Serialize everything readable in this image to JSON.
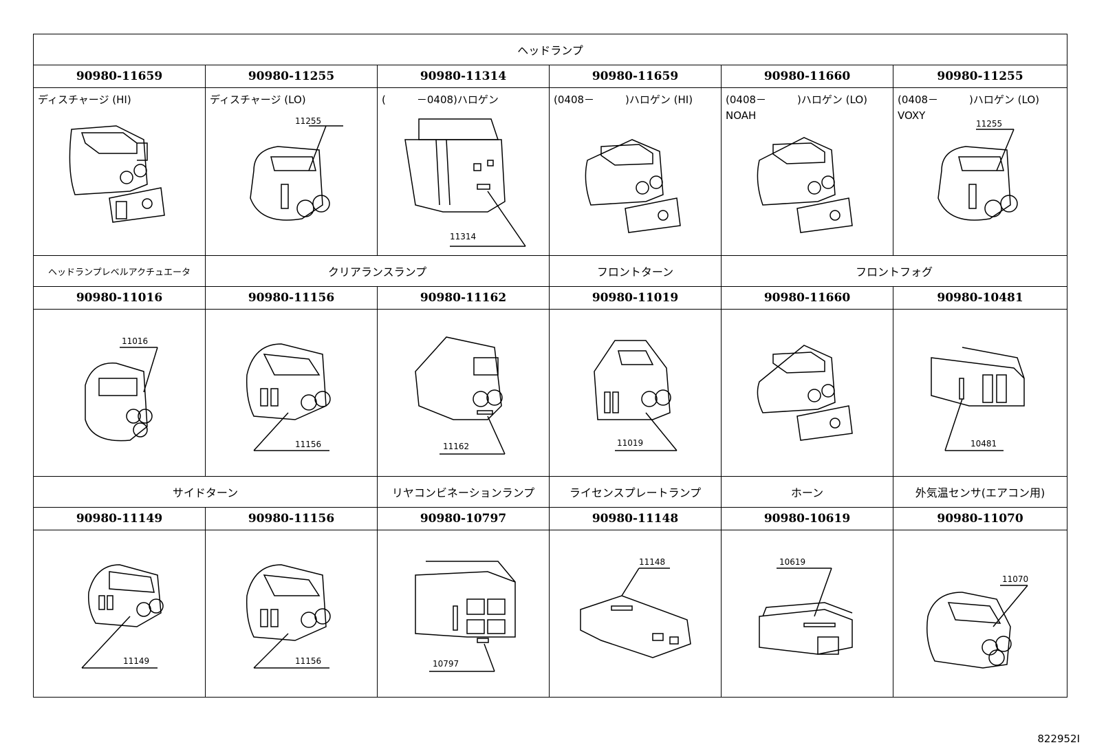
{
  "sections_row1": {
    "title": "ヘッドランプ"
  },
  "row1": [
    {
      "part": "90980-11659",
      "desc": "ディスチャージ (HI)",
      "callout": ""
    },
    {
      "part": "90980-11255",
      "desc": "ディスチャージ (LO)",
      "callout": "11255"
    },
    {
      "part": "90980-11314",
      "desc": "(　　　－0408)ハロゲン",
      "callout": "11314"
    },
    {
      "part": "90980-11659",
      "desc": "(0408－　　　)ハロゲン (HI)",
      "callout": ""
    },
    {
      "part": "90980-11660",
      "desc": "(0408－　　　)ハロゲン (LO)\nNOAH",
      "callout": ""
    },
    {
      "part": "90980-11255",
      "desc": "(0408－　　　)ハロゲン (LO)\nVOXY",
      "callout": "11255"
    }
  ],
  "sections_row2": [
    "ヘッドランプレベルアクチュエータ",
    "クリアランスランプ",
    "フロントターン",
    "フロントフォグ"
  ],
  "row2": [
    {
      "part": "90980-11016",
      "callout": "11016"
    },
    {
      "part": "90980-11156",
      "callout": "11156"
    },
    {
      "part": "90980-11162",
      "callout": "11162"
    },
    {
      "part": "90980-11019",
      "callout": "11019"
    },
    {
      "part": "90980-11660",
      "callout": ""
    },
    {
      "part": "90980-10481",
      "callout": "10481"
    }
  ],
  "sections_row3": [
    "サイドターン",
    "リヤコンビネーションランプ",
    "ライセンスプレートランプ",
    "ホーン",
    "外気温センサ(エアコン用)"
  ],
  "row3": [
    {
      "part": "90980-11149",
      "callout": "11149"
    },
    {
      "part": "90980-11156",
      "callout": "11156"
    },
    {
      "part": "90980-10797",
      "callout": "10797"
    },
    {
      "part": "90980-11148",
      "callout": "11148"
    },
    {
      "part": "90980-10619",
      "callout": "10619"
    },
    {
      "part": "90980-11070",
      "callout": "11070"
    }
  ],
  "diagram_code": "822952I"
}
